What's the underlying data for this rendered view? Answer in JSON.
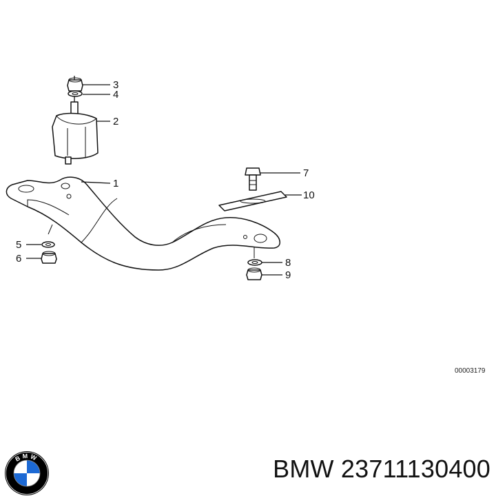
{
  "diagram": {
    "callouts": [
      {
        "id": "1",
        "label": "1"
      },
      {
        "id": "2",
        "label": "2"
      },
      {
        "id": "3",
        "label": "3"
      },
      {
        "id": "4",
        "label": "4"
      },
      {
        "id": "5",
        "label": "5"
      },
      {
        "id": "6",
        "label": "6"
      },
      {
        "id": "7",
        "label": "7"
      },
      {
        "id": "8",
        "label": "8"
      },
      {
        "id": "9",
        "label": "9"
      },
      {
        "id": "10",
        "label": "10"
      }
    ],
    "diagram_code": "00003179"
  },
  "footer": {
    "logo_text": "BMW",
    "caption": "BMW 23711130400"
  },
  "colors": {
    "ink": "#111111",
    "background": "#ffffff",
    "logo_blue": "#1c69d4",
    "logo_ring": "#000000"
  }
}
